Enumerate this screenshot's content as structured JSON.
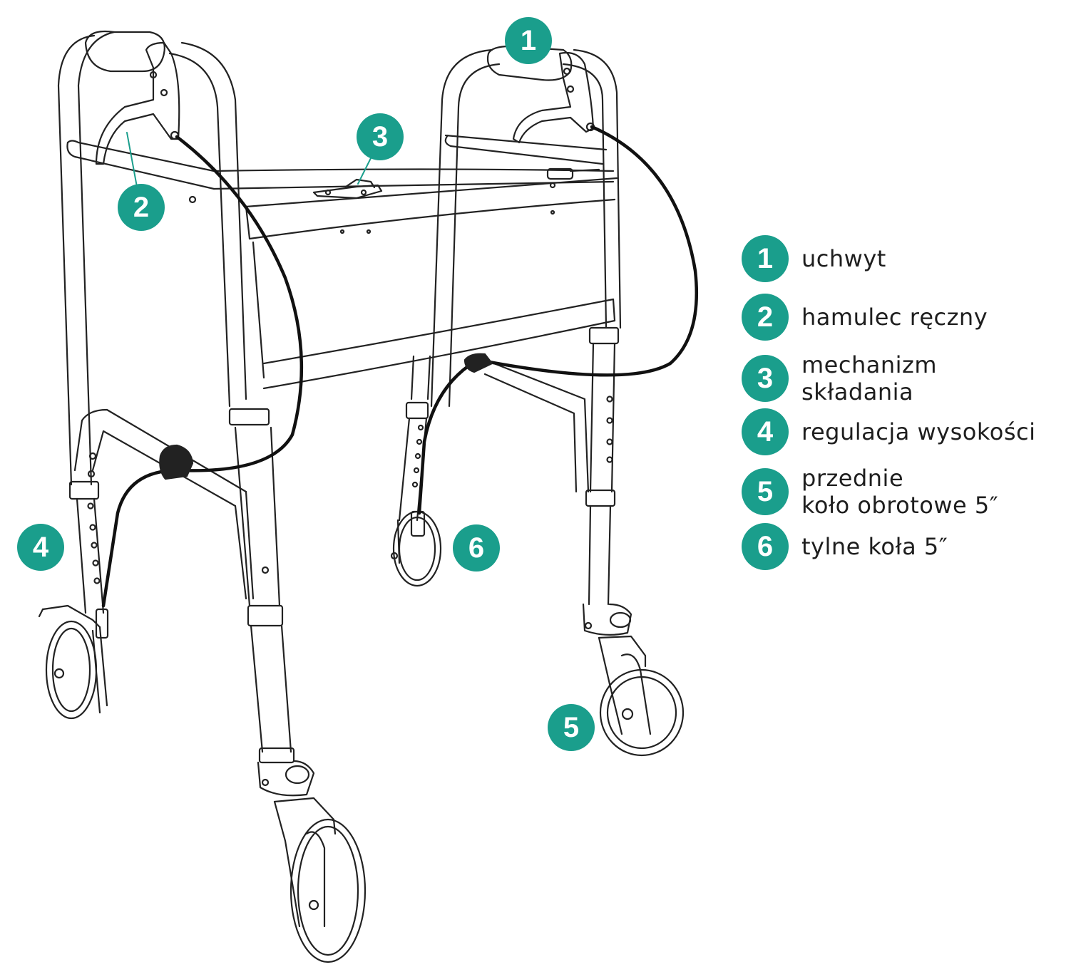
{
  "accent_color": "#1a9e8c",
  "callouts": [
    "1",
    "2",
    "3",
    "4",
    "5",
    "6"
  ],
  "legend": [
    {
      "number": "1",
      "label": "uchwyt"
    },
    {
      "number": "2",
      "label": "hamulec ręczny"
    },
    {
      "number": "3",
      "label": "mechanizm\nskładania"
    },
    {
      "number": "4",
      "label": "regulacja wysokości"
    },
    {
      "number": "5",
      "label": "przednie\nkoło obrotowe 5″"
    },
    {
      "number": "6",
      "label": "tylne koła 5″"
    }
  ]
}
